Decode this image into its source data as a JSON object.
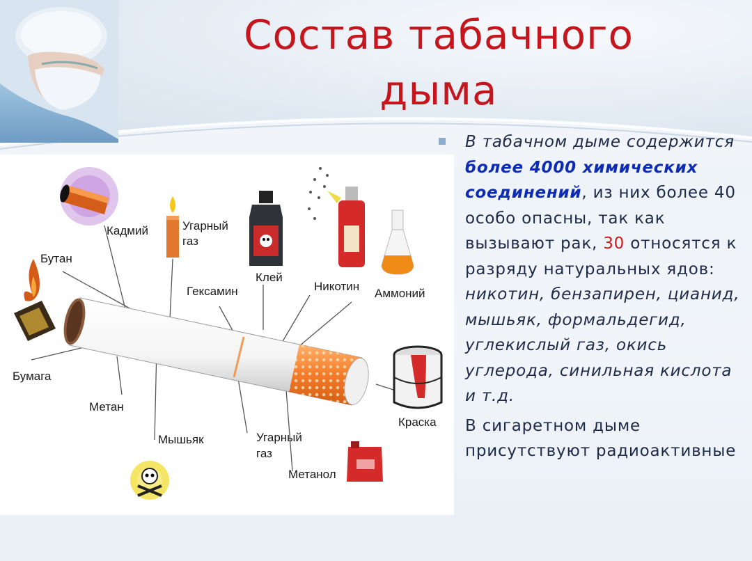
{
  "title": {
    "line1": "Состав табачного",
    "line2": "дыма"
  },
  "labels": {
    "kadmiy": "Кадмий",
    "ugarny_gaz_top_1": "Угарный",
    "ugarny_gaz_top_2": "газ",
    "butan": "Бутан",
    "kley": "Клей",
    "geksamin": "Гексамин",
    "nikotin": "Никотин",
    "ammoniy": "Аммоний",
    "bumaga": "Бумага",
    "metan": "Метан",
    "kraska": "Краска",
    "myshyak": "Мышьяк",
    "ugarny_gaz_bottom_1": "Угарный",
    "ugarny_gaz_bottom_2": "газ",
    "metanol": "Метанол"
  },
  "text": {
    "p1_a": "В табачном дыме содержится ",
    "p1_b": "более 4000 химических соединений",
    "p1_c": ", из них более 40 особо опасны, так как вызывают рак, ",
    "p1_d": "30",
    "p1_e": " относятся к разряду натуральных ядов: ",
    "p1_f": "никотин, бензапирен, цианид, мышьяк, формальдегид, углекислый газ, окись углерода, синильная кислота и т.д.",
    "p2": "В сигаретном дыме присутствуют радиоактивные"
  },
  "colors": {
    "title": "#c4161c",
    "emphasis": "#0d2bb5",
    "number": "#d0171e"
  }
}
